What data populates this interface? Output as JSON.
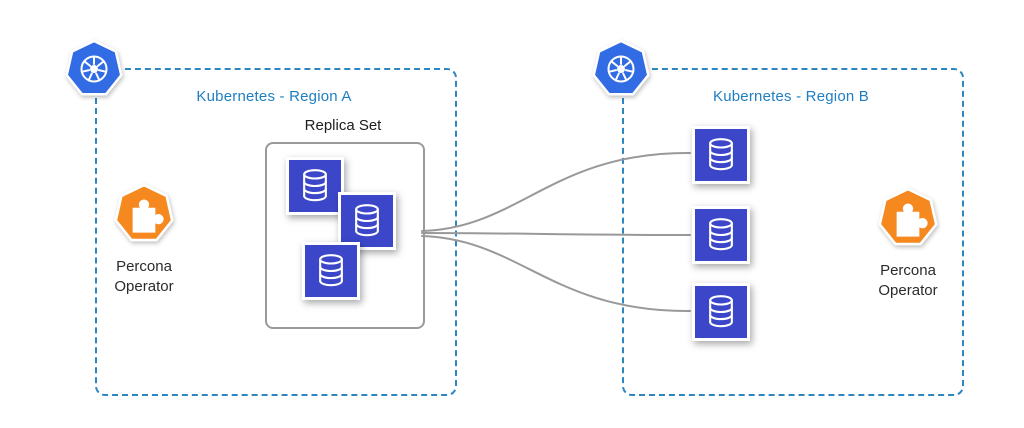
{
  "regions": {
    "a": {
      "label": "Kubernetes - Region A",
      "replica_set": {
        "label": "Replica Set",
        "database_count": 3
      },
      "operator_label": "Percona Operator"
    },
    "b": {
      "label": "Kubernetes - Region B",
      "database_count": 3,
      "operator_label": "Percona Operator"
    }
  },
  "connectors": {
    "count": 3,
    "from": "replica-set-box",
    "to": "region-b-databases"
  },
  "icons": {
    "kubernetes": "kubernetes-helm-wheel-icon",
    "percona_operator": "percona-puzzle-piece-icon",
    "database": "database-cylinder-icon"
  },
  "colors": {
    "kubernetes_blue": "#326CE5",
    "database_blue": "#3B47C8",
    "percona_orange": "#F5881F",
    "region_border_blue": "#2E86C1",
    "region_label_text": "#1E7EC2",
    "connector_gray": "#999999",
    "replica_box_border": "#9A9A9A"
  }
}
